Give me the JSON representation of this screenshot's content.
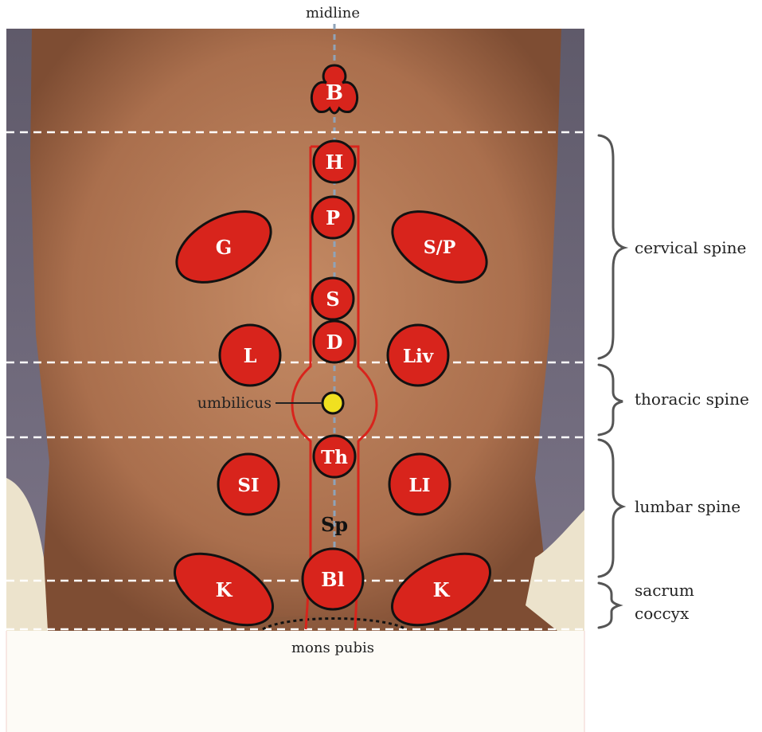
{
  "labels": {
    "midline": "midline",
    "mons_pubis": "mons pubis",
    "umbilicus": "umbilicus",
    "sp": "Sp"
  },
  "spine_regions": [
    {
      "id": "cervical",
      "lines": [
        "cervical spine"
      ]
    },
    {
      "id": "thoracic",
      "lines": [
        "thoracic spine"
      ]
    },
    {
      "id": "lumbar",
      "lines": [
        "lumbar spine"
      ]
    },
    {
      "id": "sacrum",
      "lines": [
        "sacrum",
        "coccyx"
      ]
    }
  ],
  "zones": [
    {
      "id": "B",
      "label": "B"
    },
    {
      "id": "H",
      "label": "H"
    },
    {
      "id": "P",
      "label": "P"
    },
    {
      "id": "G",
      "label": "G"
    },
    {
      "id": "SP",
      "label": "S/P"
    },
    {
      "id": "S",
      "label": "S"
    },
    {
      "id": "D",
      "label": "D"
    },
    {
      "id": "L",
      "label": "L"
    },
    {
      "id": "Liv",
      "label": "Liv"
    },
    {
      "id": "Th",
      "label": "Th"
    },
    {
      "id": "SI",
      "label": "SI"
    },
    {
      "id": "LI",
      "label": "LI"
    },
    {
      "id": "Bl",
      "label": "Bl"
    },
    {
      "id": "KL",
      "label": "K"
    },
    {
      "id": "KR",
      "label": "K"
    }
  ],
  "colors": {
    "zone_fill": "#d8241c",
    "zone_stroke": "#111111",
    "umbilicus_fill": "#f0e020",
    "skin": "#b07452",
    "background": "#6f6878",
    "cloth": "#efe6cf"
  }
}
